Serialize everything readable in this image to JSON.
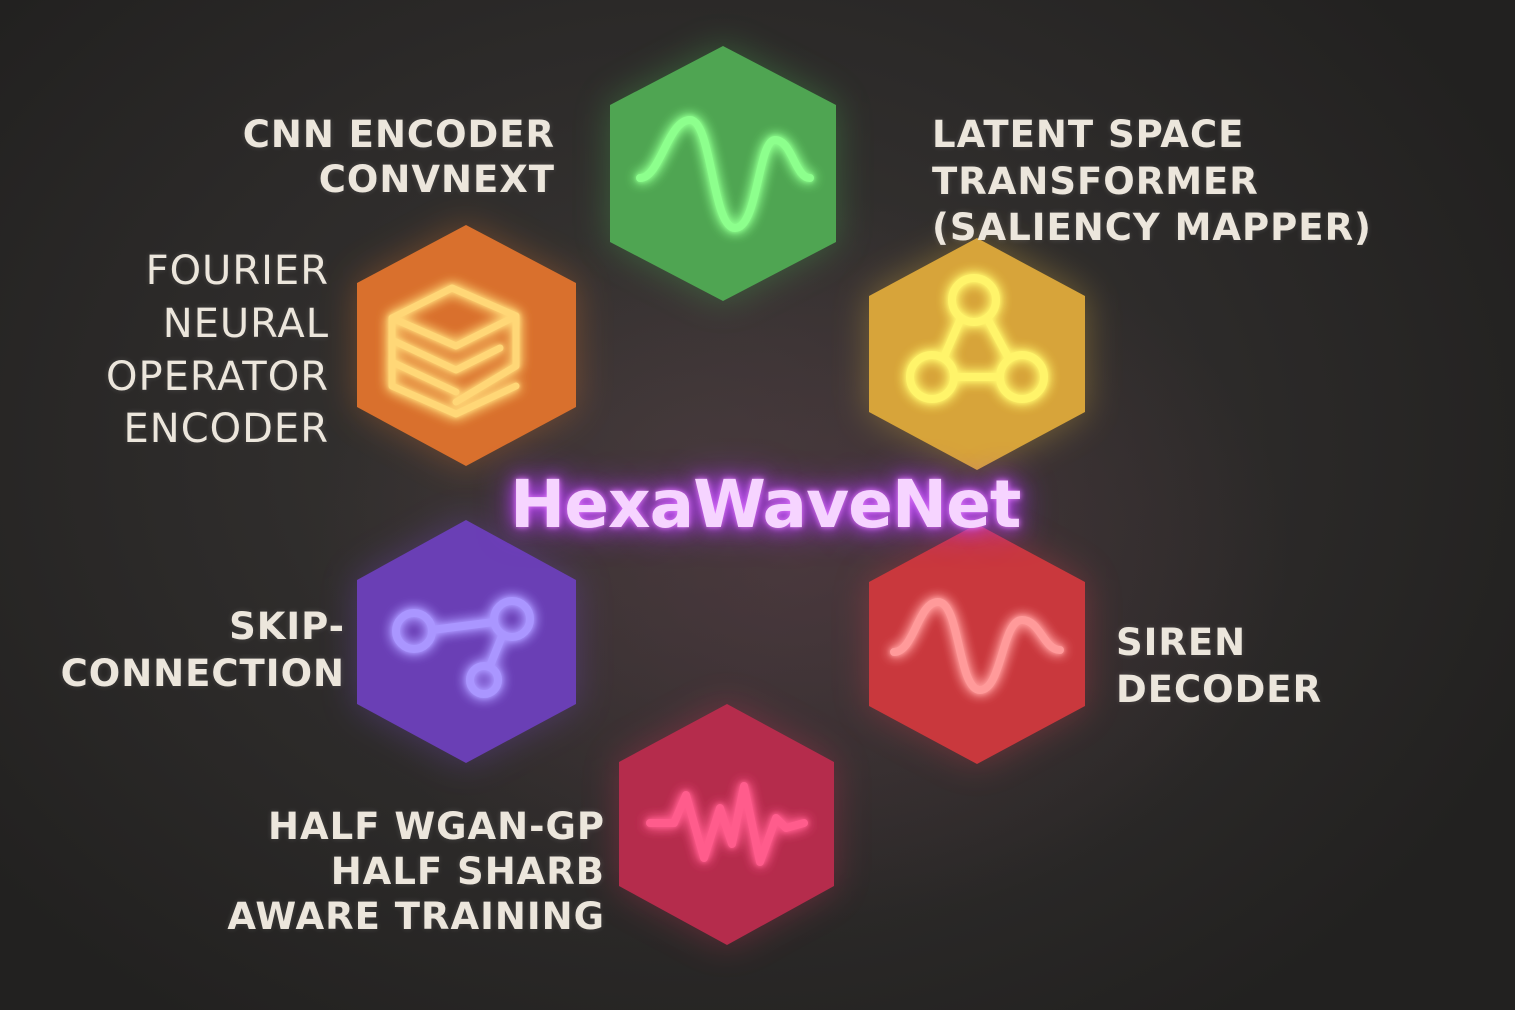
{
  "title": "HexaWaveNet",
  "modules": [
    {
      "id": "cnn",
      "lines": [
        "CNN ENCODER",
        "CONVNEXT"
      ],
      "color": "#4caf50",
      "glow": "#7dff7d",
      "icon": "sine-wave-icon"
    },
    {
      "id": "latent",
      "lines": [
        "LATENT SPACE",
        "TRANSFORMER",
        "(SALIENCY MAPPER)"
      ],
      "color": "#e0a92e",
      "glow": "#fff36a",
      "icon": "graph-triangle-icon"
    },
    {
      "id": "fourier",
      "lines": [
        "FOURIER",
        "NEURAL",
        "OPERATOR",
        "ENCODER"
      ],
      "color": "#d9692a",
      "glow": "#ffd070",
      "icon": "layers-stack-icon"
    },
    {
      "id": "skip",
      "lines": [
        "SKIP-",
        "CONNECTION"
      ],
      "color": "#6a40b8",
      "glow": "#a890ff",
      "icon": "skip-connection-icon"
    },
    {
      "id": "siren",
      "lines": [
        "SIREN",
        "DECODER"
      ],
      "color": "#c8343c",
      "glow": "#ff8f8f",
      "icon": "sine-wave-icon"
    },
    {
      "id": "wgan",
      "lines": [
        "HALF WGAN-GP",
        "HALF SHARB",
        "AWARE TRAINING"
      ],
      "color": "#b02a4a",
      "glow": "#ff5a8a",
      "icon": "zigzag-wave-icon"
    }
  ]
}
